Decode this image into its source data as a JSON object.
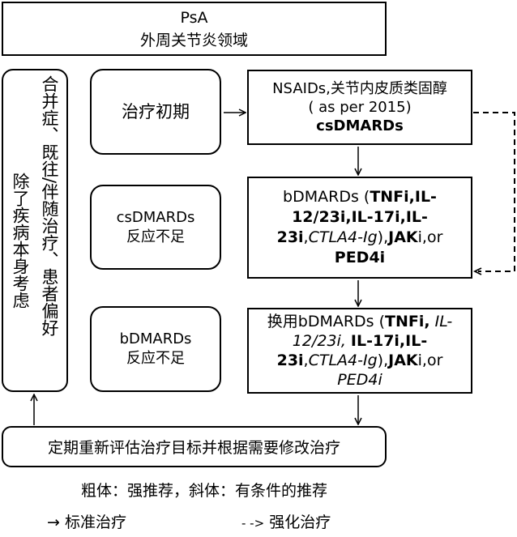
{
  "title": {
    "line1": "PsA",
    "line2": "外周关节炎领域"
  },
  "side_box": {
    "column1": "合并症、既往/伴随治疗、患者偏好",
    "column2": "除了疾病本身考虑"
  },
  "stages": [
    {
      "label": "治疗初期",
      "sublabel": ""
    },
    {
      "label": "csDMARDs",
      "sublabel": "反应不足"
    },
    {
      "label": "bDMARDs",
      "sublabel": "反应不足"
    }
  ],
  "treatments": {
    "initial": {
      "line1": "NSAIDs,关节内皮质类固醇",
      "line2": "( as per 2015)",
      "line3_bold": "csDMARDs"
    },
    "after_csdmards": {
      "prefix": "bDMARDs (",
      "bold1": "TNFi,IL-12/23i,IL-17i,IL-23i",
      "sep1": ",",
      "italic1": "CTLA4-Ig",
      "sep2": "),",
      "bold2": "JAK",
      "sep3": "i,or ",
      "bold3": "PED4i"
    },
    "after_bdmards": {
      "prefix": "换用bDMARDs (",
      "bold1": "TNFi,",
      "sp1": " ",
      "italic1": "IL-12/23i,",
      "sp2": " ",
      "bold2": "IL-17i,IL-23i",
      "sep1": ",",
      "italic2": "CTLA4-Ig",
      "sep2": "),",
      "bold3": "JAK",
      "sep3": "i,or ",
      "italic3": "PED4i"
    }
  },
  "reassess": "定期重新评估治疗目标并根据需要修改治疗",
  "legend": {
    "font_key": "粗体：强推荐，斜体：有条件的推荐",
    "standard_symbol": "→",
    "standard_label": "标准治疗",
    "intensified_symbol": "- ->",
    "intensified_label": "强化治疗"
  },
  "colors": {
    "stroke": "#000000",
    "background": "#ffffff"
  }
}
